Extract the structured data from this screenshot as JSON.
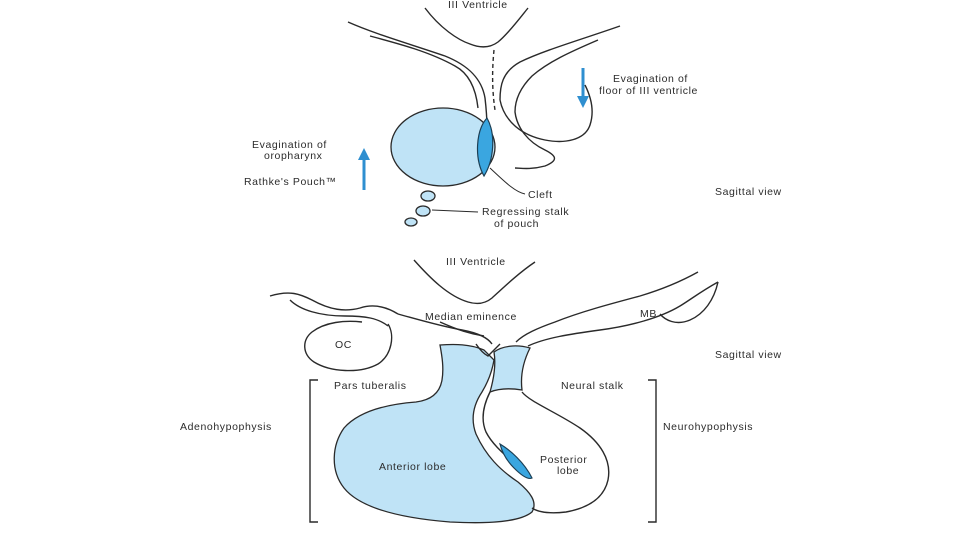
{
  "top_view": {
    "ventricle_label": "III Ventricle",
    "evagination_floor": [
      "Evagination of",
      "floor of III ventricle"
    ],
    "evagination_oropharynx": [
      "Evagination of",
      "oropharynx"
    ],
    "rathkes_pouch": "Rathke's Pouch™",
    "cleft": "Cleft",
    "regressing_stalk": [
      "Regressing stalk",
      "of pouch"
    ],
    "sagittal_view": "Sagittal view"
  },
  "bottom_view": {
    "ventricle_label": "III Ventricle",
    "median_eminence": "Median eminence",
    "mb": "MB",
    "oc": "OC",
    "sagittal_view": "Sagittal view",
    "pars_tuberalis": "Pars tuberalis",
    "neural_stalk": "Neural stalk",
    "adenohypophysis": "Adenohypophysis",
    "neurohypophysis": "Neurohypophysis",
    "anterior_lobe": "Anterior lobe",
    "posterior_lobe": [
      "Posterior",
      "lobe"
    ]
  },
  "colors": {
    "pouch_fill": "#bfe3f6",
    "cleft_fill": "#3aa6e0",
    "arrow": "#2f8fd0",
    "line": "#2a2a2a"
  }
}
